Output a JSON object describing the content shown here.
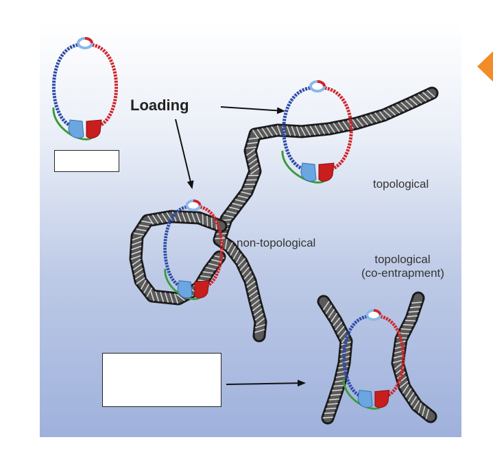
{
  "diagram": {
    "loading_label": "Loading",
    "topological_label": "topological",
    "non_topological_label": "non-topological",
    "coentrapment_label_line1": "topological",
    "coentrapment_label_line2": "(co-entrapment)",
    "label_box_small": "",
    "label_box_large": ""
  },
  "colors": {
    "ring_blue": "#2c4aa8",
    "ring_red": "#d0242a",
    "hinge_light_blue": "#8bb8e8",
    "kleisin_green": "#3d9a3a",
    "head_blue": "#6aa6e0",
    "head_red": "#c81e1e",
    "dna_dark": "#2f2f2f",
    "accent_orange": "#f28c28"
  },
  "icons": [
    "cohesin-ring-icon",
    "dna-helix-icon",
    "arrow-icon"
  ]
}
